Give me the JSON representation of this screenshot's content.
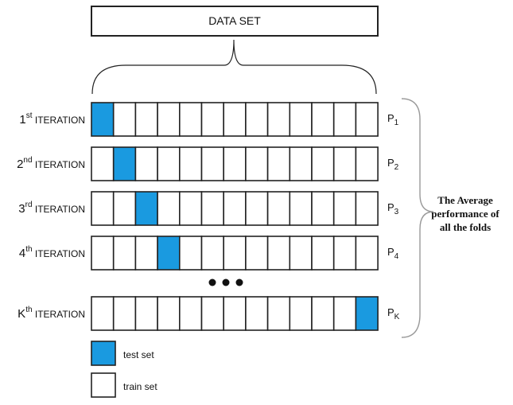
{
  "dataset": {
    "title": "DATA SET"
  },
  "folds_per_row": 13,
  "colors": {
    "test": "#1a9ae0",
    "train": "#ffffff",
    "border": "#222222"
  },
  "iterations": [
    {
      "ordinal": "1",
      "suffix": "st",
      "word": "ITERATION",
      "test_fold": 1,
      "perf": "P",
      "perf_sub": "1"
    },
    {
      "ordinal": "2",
      "suffix": "nd",
      "word": "ITERATION",
      "test_fold": 2,
      "perf": "P",
      "perf_sub": "2"
    },
    {
      "ordinal": "3",
      "suffix": "rd",
      "word": "ITERATION",
      "test_fold": 3,
      "perf": "P",
      "perf_sub": "3"
    },
    {
      "ordinal": "4",
      "suffix": "th",
      "word": "ITERATION",
      "test_fold": 4,
      "perf": "P",
      "perf_sub": "4"
    },
    {
      "ordinal": "K",
      "suffix": "th",
      "word": "ITERATION",
      "test_fold": 13,
      "perf": "P",
      "perf_sub": "K"
    }
  ],
  "summary": {
    "line1": "The Average",
    "line2": "performance of",
    "line3": "all the folds"
  },
  "legend": [
    {
      "kind": "test",
      "label": "test set"
    },
    {
      "kind": "train",
      "label": "train set"
    }
  ]
}
